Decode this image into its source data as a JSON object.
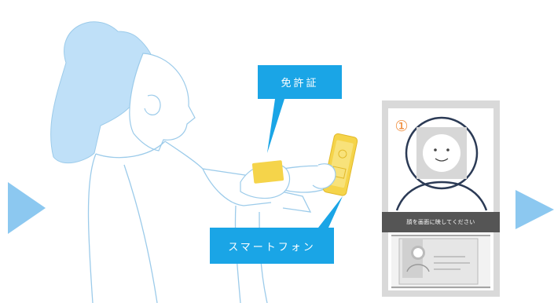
{
  "callouts": {
    "license": "免許証",
    "smartphone": "スマートフォン"
  },
  "screen": {
    "step": "①",
    "guide_text": "顔を画面に映してください"
  },
  "colors": {
    "accent_blue": "#1aa5e6",
    "person_fill": "#bfe0f8",
    "outline": "#9ccbea",
    "phone_yellow": "#f5d44a",
    "step_orange": "#f08c3a",
    "arrow_blue": "#8cc8f0",
    "frame_gray": "#d9d9d9",
    "guide_bar": "#555555"
  },
  "icons": [
    "play-arrow-icon-left",
    "play-arrow-icon-right",
    "smiley-face-icon",
    "person-silhouette-icon"
  ]
}
